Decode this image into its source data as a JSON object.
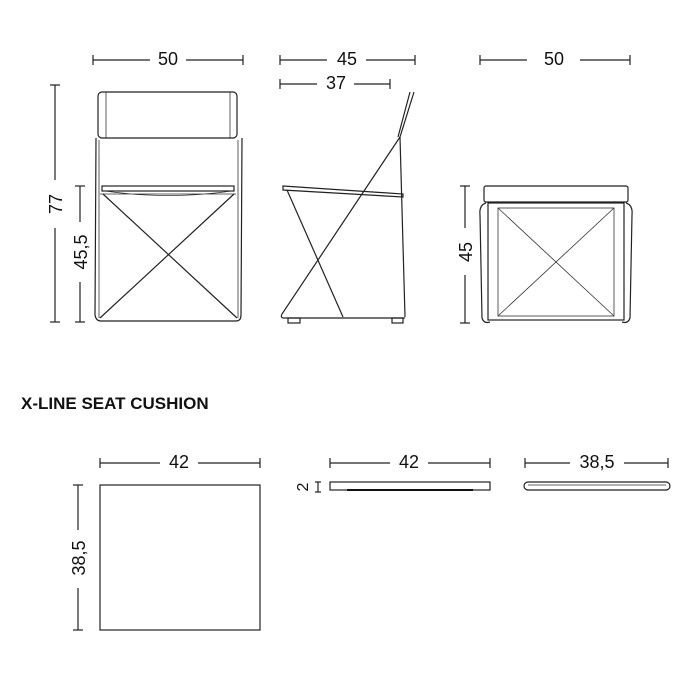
{
  "title": "X-LINE SEAT CUSHION",
  "chair": {
    "front": {
      "width": "50",
      "height": "77",
      "seat_height": "45,5"
    },
    "side": {
      "depth": "45",
      "seat_depth": "37"
    },
    "top": {
      "width": "50",
      "depth": "45"
    }
  },
  "cushion": {
    "top": {
      "width": "42",
      "depth": "38,5"
    },
    "front": {
      "width": "42",
      "thickness": "2"
    },
    "side": {
      "depth": "38,5"
    }
  }
}
